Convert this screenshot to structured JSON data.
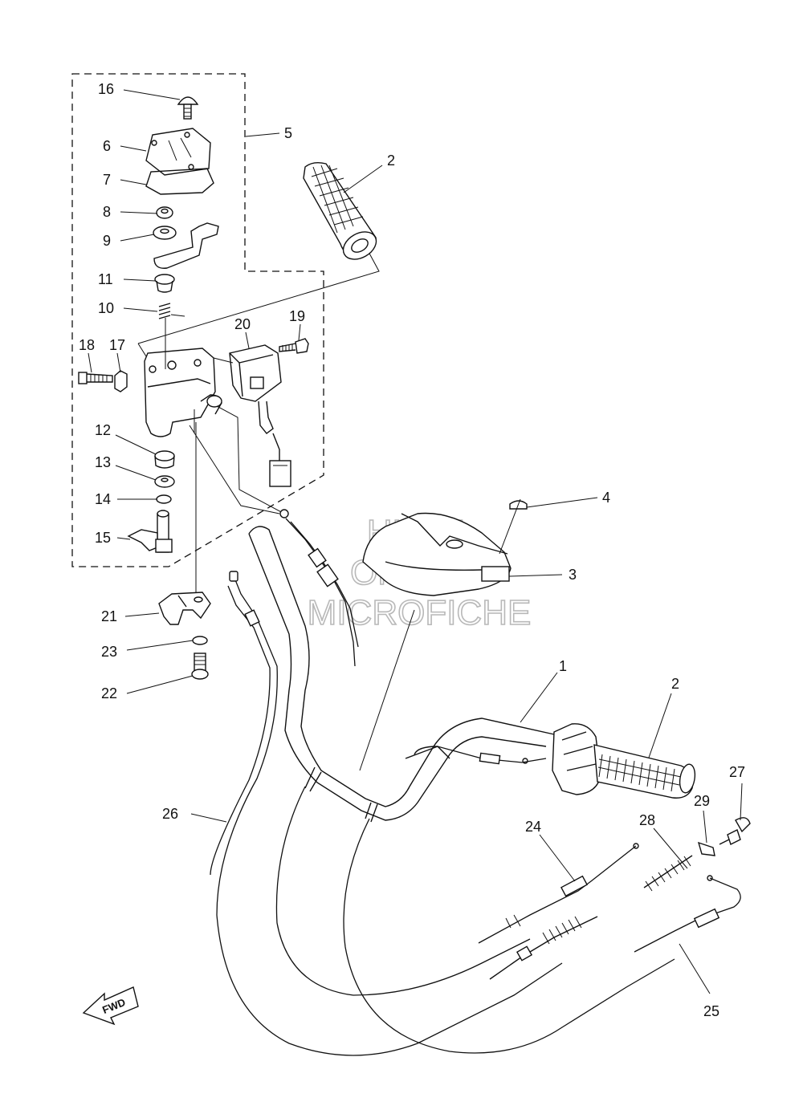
{
  "diagram": {
    "watermark": {
      "line1": "HLSM",
      "line2": "ONLINE",
      "line3": "MICROFICHE"
    },
    "fwd_label": "FWD",
    "callouts": [
      {
        "id": "c16",
        "label": "16"
      },
      {
        "id": "c5",
        "label": "5"
      },
      {
        "id": "c6",
        "label": "6"
      },
      {
        "id": "c2a",
        "label": "2"
      },
      {
        "id": "c7",
        "label": "7"
      },
      {
        "id": "c8",
        "label": "8"
      },
      {
        "id": "c9",
        "label": "9"
      },
      {
        "id": "c11",
        "label": "11"
      },
      {
        "id": "c10",
        "label": "10"
      },
      {
        "id": "c19",
        "label": "19"
      },
      {
        "id": "c20",
        "label": "20"
      },
      {
        "id": "c18",
        "label": "18"
      },
      {
        "id": "c17",
        "label": "17"
      },
      {
        "id": "c12",
        "label": "12"
      },
      {
        "id": "c13",
        "label": "13"
      },
      {
        "id": "c14",
        "label": "14"
      },
      {
        "id": "c4",
        "label": "4"
      },
      {
        "id": "c15",
        "label": "15"
      },
      {
        "id": "c3",
        "label": "3"
      },
      {
        "id": "c21",
        "label": "21"
      },
      {
        "id": "c23",
        "label": "23"
      },
      {
        "id": "c1",
        "label": "1"
      },
      {
        "id": "c2b",
        "label": "2"
      },
      {
        "id": "c22",
        "label": "22"
      },
      {
        "id": "c27",
        "label": "27"
      },
      {
        "id": "c26",
        "label": "26"
      },
      {
        "id": "c24",
        "label": "24"
      },
      {
        "id": "c28",
        "label": "28"
      },
      {
        "id": "c29",
        "label": "29"
      },
      {
        "id": "c25",
        "label": "25"
      }
    ]
  }
}
